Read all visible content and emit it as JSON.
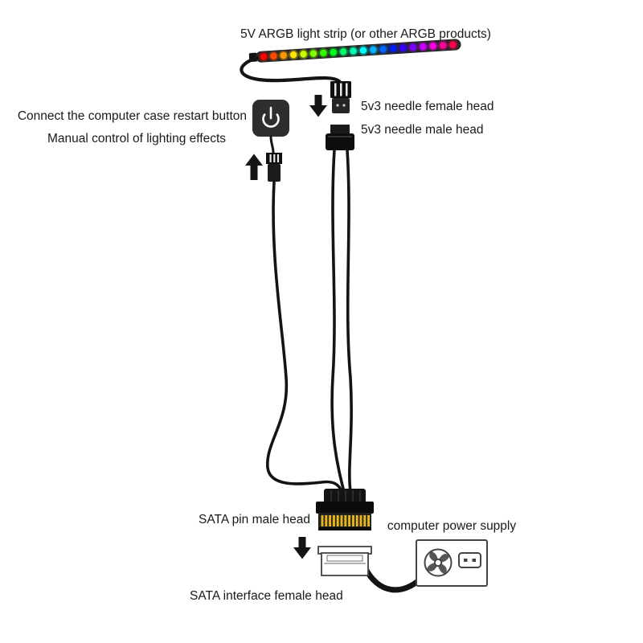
{
  "labels": {
    "strip": "5V ARGB light strip (or other ARGB products)",
    "restart_line1": "Connect the computer case restart button",
    "restart_line2": "Manual control of lighting effects",
    "needle_female": "5v3 needle female head",
    "needle_male": "5v3 needle male head",
    "sata_male": "SATA pin male head",
    "power_supply": "computer power supply",
    "sata_female": "SATA interface female head"
  },
  "led_strip": {
    "colors": [
      "#ff0000",
      "#ff4d00",
      "#ff9900",
      "#ffe600",
      "#ccff00",
      "#80ff00",
      "#33ff00",
      "#00ff1a",
      "#00ff66",
      "#00ffb3",
      "#00ffff",
      "#00b3ff",
      "#0066ff",
      "#001aff",
      "#3300ff",
      "#8000ff",
      "#cc00ff",
      "#ff00e6",
      "#ff0099",
      "#ff004d"
    ]
  },
  "sata_connector": {
    "pin_count": 13
  },
  "colors": {
    "cable": "#141414",
    "text": "#1a1a1a",
    "pin_gold": "#e7b61a",
    "button_bg": "#2e2e2e",
    "outline": "#444444"
  }
}
